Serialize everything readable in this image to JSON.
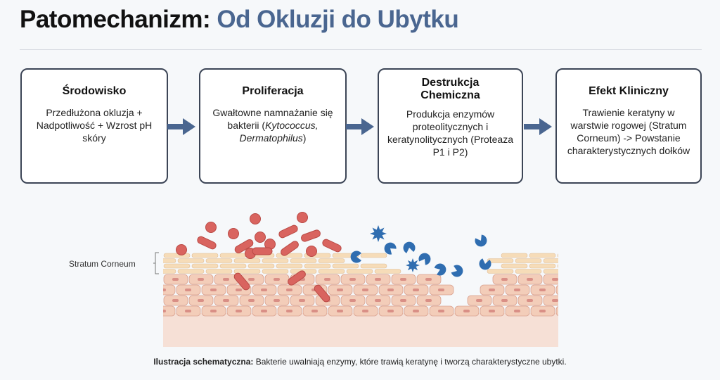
{
  "title": {
    "main": "Patomechanizm:",
    "accent": "Od Okluzji do Ubytku"
  },
  "steps": [
    {
      "heading": "Środowisko",
      "text": "Przedłużona okluzja + Nadpotliwość + Wzrost pH skóry"
    },
    {
      "heading": "Proliferacja",
      "text_pre": "Gwałtowne namnażanie się bakterii (",
      "italic": "Kytococcus, Dermatophilus",
      "text_post": ")"
    },
    {
      "heading": "Destrukcja Chemiczna",
      "text": "Produkcja enzymów proteolitycznych i keratynolitycznych (Proteaza P1 i P2)"
    },
    {
      "heading": "Efekt Kliniczny",
      "text": "Trawienie keratyny w warstwie rogowej (Stratum Corneum) -> Powstanie charakterystycznych dołków"
    }
  ],
  "illustration": {
    "layer_label": "Stratum Corneum"
  },
  "caption": {
    "bold": "Ilustracja schematyczna:",
    "text": " Bakterie uwalniają enzymy, które trawią keratynę i tworzą charakterystyczne ubytki."
  },
  "colors": {
    "accent": "#4a6690",
    "bacteria": "#d9645f",
    "enzyme": "#2f6db0",
    "arrow": "#4a6690"
  }
}
